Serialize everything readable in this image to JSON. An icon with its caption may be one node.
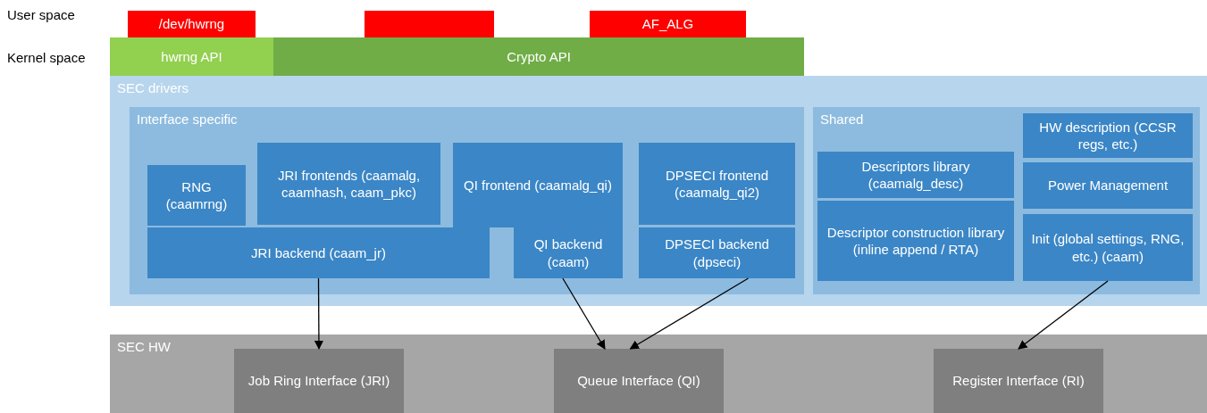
{
  "diagram": {
    "nodes": [
      {
        "text": [
          "/dev/hwrng"
        ]
      },
      {
        "text": [],
        "shape": "box"
      },
      {
        "text": [
          "AF_ALG"
        ]
      },
      {
        "text": [
          "hwrng API"
        ]
      },
      {
        "text": [
          "Crypto API"
        ]
      },
      {
        "text": [
          "SEC drivers"
        ]
      },
      {
        "text": [
          "Interface specific"
        ],
        "in": 5
      },
      {
        "text": [
          "RNG (caamrng)"
        ],
        "in": 6
      },
      {
        "text": [
          "JRI frontends (caamalg, caamhash, caam_pkc)"
        ],
        "in": 6
      },
      {
        "text": [
          "QI frontend (caamalg_qi)"
        ],
        "in": 6
      },
      {
        "text": [
          "DPSECI frontend (caamalg_qi2)"
        ],
        "in": 6
      },
      {
        "text": [
          "JRI backend (caam_jr)"
        ],
        "in": 6
      },
      {
        "text": [
          "QI backend (caam)"
        ],
        "in": 6
      },
      {
        "text": [
          "DPSECI backend (dpseci)"
        ],
        "in": 6
      },
      {
        "text": [
          "Shared"
        ],
        "in": 5
      },
      {
        "text": [
          "HW description (CCSR regs, etc.)"
        ],
        "in": 14
      },
      {
        "text": [
          "Descriptors library (caamalg_desc)"
        ],
        "in": 14
      },
      {
        "text": [
          "Power Management"
        ],
        "in": 14
      },
      {
        "text": [
          "Descriptor construction library (inline append / RTA)"
        ],
        "in": 14
      },
      {
        "text": [
          "Init (global settings, RNG, etc.) (caam)"
        ],
        "in": 14
      },
      {
        "text": [
          "SEC HW"
        ]
      },
      {
        "text": [
          "Job Ring Interface (JRI)"
        ],
        "in": 20
      },
      {
        "text": [
          "Queue Interface (QI)"
        ],
        "in": 20
      },
      {
        "text": [
          "Register Interface (RI)"
        ],
        "in": 20
      }
    ],
    "edges": [
      {
        "from": 11,
        "to": 21,
        "arrow": "to"
      },
      {
        "from": 12,
        "to": 22,
        "arrow": "to"
      },
      {
        "from": 13,
        "to": 22,
        "arrow": "to"
      },
      {
        "from": 19,
        "to": 23,
        "arrow": "to"
      }
    ],
    "labels": [
      "User space",
      "Kernel space"
    ]
  }
}
